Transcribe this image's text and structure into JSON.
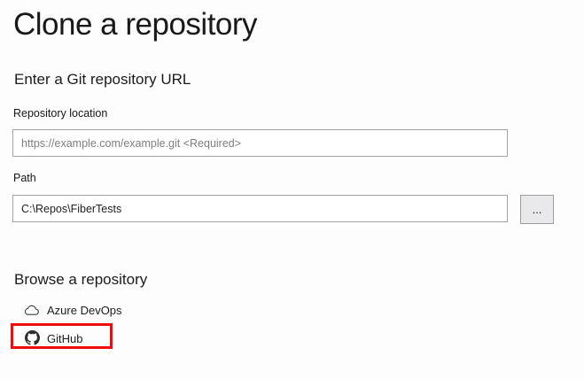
{
  "page": {
    "title": "Clone a repository"
  },
  "url_section": {
    "heading": "Enter a Git repository URL",
    "repository_location": {
      "label": "Repository location",
      "value": "",
      "placeholder": "https://example.com/example.git <Required>"
    },
    "path": {
      "label": "Path",
      "value": "C:\\Repos\\FiberTests"
    },
    "browse_button_label": "..."
  },
  "browse_section": {
    "heading": "Browse a repository",
    "providers": [
      {
        "label": "Azure DevOps",
        "icon": "cloud-icon",
        "highlighted": false
      },
      {
        "label": "GitHub",
        "icon": "github-icon",
        "highlighted": true
      }
    ]
  },
  "colors": {
    "highlight_red": "#ee0c0c",
    "text": "#1e1e1e",
    "placeholder_text": "#7e7e7e",
    "input_border": "#a3a3a3",
    "button_background": "#e9e9ec",
    "background": "#fdfdfd"
  }
}
